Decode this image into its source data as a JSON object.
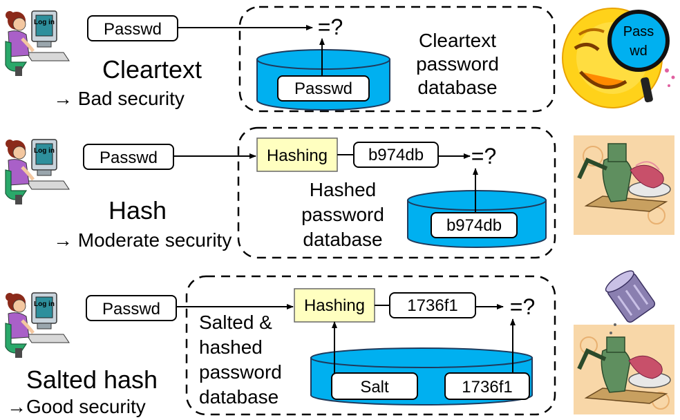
{
  "colors": {
    "accent_cyan": "#00b0f0",
    "hashing_box": "#ffffc0",
    "sun_yellow": "#ffd21a",
    "grinder_bg": "#f8d7a8",
    "grinder_green": "#5f8f5f",
    "meat_pink": "#c8506a"
  },
  "icons": [
    "user-at-computer-icon",
    "smiley-with-magnifier-icon",
    "meat-grinder-icon",
    "salt-shaker-grinder-icon"
  ],
  "row1": {
    "user_screen": "Log in",
    "input": "Passwd",
    "compare": "=?",
    "db_value": "Passwd",
    "db_caption": [
      "Cleartext",
      "password",
      "database"
    ],
    "title": "Cleartext",
    "rating": "→ Bad security",
    "lens_text": [
      "Pass",
      "wd"
    ]
  },
  "row2": {
    "user_screen": "Log in",
    "input": "Passwd",
    "hashing": "Hashing",
    "hash_out": "b974db",
    "compare": "=?",
    "db_value": "b974db",
    "db_caption": [
      "Hashed",
      "password",
      "database"
    ],
    "title": "Hash",
    "rating": "→ Moderate security"
  },
  "row3": {
    "user_screen": "Log in",
    "input": "Passwd",
    "hashing": "Hashing",
    "hash_out": "1736f1",
    "compare": "=?",
    "db_salt": "Salt",
    "db_value": "1736f1",
    "db_caption": [
      "Salted &",
      "hashed",
      "password",
      "database"
    ],
    "title": "Salted hash",
    "rating": "→Good security"
  }
}
